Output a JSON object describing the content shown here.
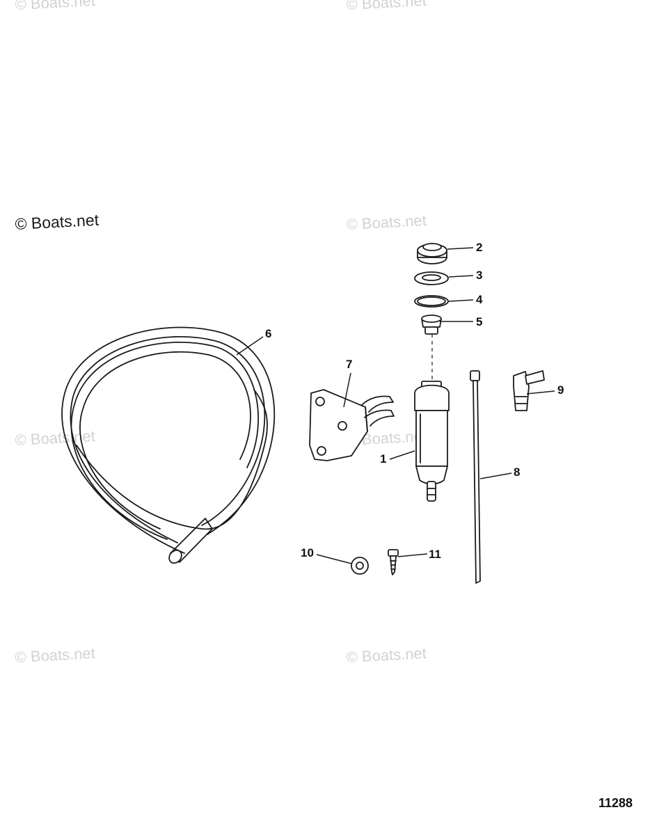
{
  "watermarks": {
    "main": "© Boats.net",
    "light": "© Boats.net"
  },
  "figure_number": "11288",
  "callouts": [
    {
      "id": "1",
      "part": "fuel-filter"
    },
    {
      "id": "2",
      "part": "filter-cap"
    },
    {
      "id": "3",
      "part": "washer"
    },
    {
      "id": "4",
      "part": "o-ring"
    },
    {
      "id": "5",
      "part": "filter-element-fitting"
    },
    {
      "id": "6",
      "part": "fuel-hose"
    },
    {
      "id": "7",
      "part": "mounting-bracket"
    },
    {
      "id": "8",
      "part": "cable-tie"
    },
    {
      "id": "9",
      "part": "elbow-fitting"
    },
    {
      "id": "10",
      "part": "washer-small"
    },
    {
      "id": "11",
      "part": "screw"
    }
  ]
}
